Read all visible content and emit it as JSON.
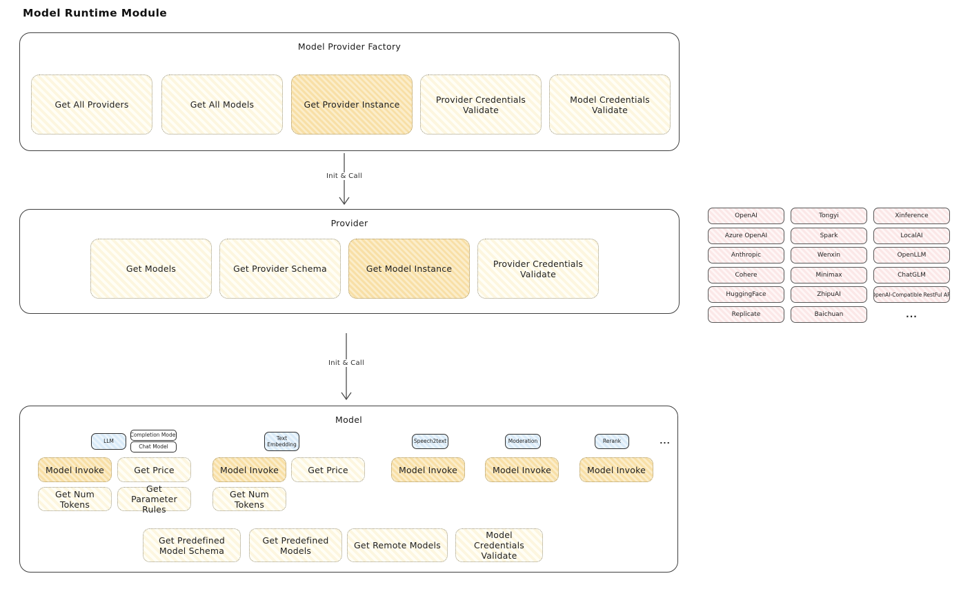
{
  "page_title": "Model Runtime Module",
  "arrows": {
    "label1": "Init & Call",
    "label2": "Init & Call"
  },
  "factory": {
    "title": "Model Provider Factory",
    "buttons": [
      {
        "label": "Get All Providers",
        "highlighted": false
      },
      {
        "label": "Get All Models",
        "highlighted": false
      },
      {
        "label": "Get Provider Instance",
        "highlighted": true
      },
      {
        "label": "Provider Credentials Validate",
        "highlighted": false
      },
      {
        "label": "Model Credentials Validate",
        "highlighted": false
      }
    ]
  },
  "provider": {
    "title": "Provider",
    "buttons": [
      {
        "label": "Get Models",
        "highlighted": false
      },
      {
        "label": "Get Provider Schema",
        "highlighted": false
      },
      {
        "label": "Get Model Instance",
        "highlighted": true
      },
      {
        "label": "Provider Credentials Validate",
        "highlighted": false
      }
    ]
  },
  "provider_catalog": {
    "items": [
      "OpenAI",
      "Tongyi",
      "Xinference",
      "Azure OpenAI",
      "Spark",
      "LocalAI",
      "Anthropic",
      "Wenxin",
      "OpenLLM",
      "Cohere",
      "Minimax",
      "ChatGLM",
      "HuggingFace",
      "ZhipuAI",
      "OpenAI-Compatible RestFul API",
      "Replicate",
      "Baichuan",
      "..."
    ]
  },
  "model": {
    "title": "Model",
    "types": [
      {
        "label": "LLM",
        "style": "blue"
      },
      {
        "label": "Completion Model",
        "style": "white"
      },
      {
        "label": "Chat Model",
        "style": "white"
      },
      {
        "label": "Text Embedding",
        "style": "blue"
      },
      {
        "label": "Speech2text",
        "style": "blue"
      },
      {
        "label": "Moderation",
        "style": "blue"
      },
      {
        "label": "Rerank",
        "style": "blue"
      },
      {
        "label": "...",
        "style": "plain"
      }
    ],
    "operations_row1": [
      {
        "label": "Model Invoke",
        "highlighted": true
      },
      {
        "label": "Get Price",
        "highlighted": false
      },
      {
        "label": "Model Invoke",
        "highlighted": true
      },
      {
        "label": "Get Price",
        "highlighted": false
      },
      {
        "label": "Model Invoke",
        "highlighted": true
      },
      {
        "label": "Model Invoke",
        "highlighted": true
      },
      {
        "label": "Model Invoke",
        "highlighted": true
      }
    ],
    "operations_row2": [
      {
        "label": "Get Num Tokens",
        "highlighted": false
      },
      {
        "label": "Get Parameter Rules",
        "highlighted": false
      },
      {
        "label": "Get Num Tokens",
        "highlighted": false
      }
    ],
    "operations_row3": [
      {
        "label": "Get Predefined Model Schema",
        "highlighted": false
      },
      {
        "label": "Get Predefined Models",
        "highlighted": false
      },
      {
        "label": "Get Remote Models",
        "highlighted": false
      },
      {
        "label": "Model Credentials Validate",
        "highlighted": false
      }
    ]
  },
  "colors": {
    "highlight_fill": "#f8dfa6",
    "cream_fill": "#fdf6df",
    "catalog_fill": "#fbe7e7",
    "type_tab_fill": "#d9eaf8",
    "ink": "#1e1e1e"
  }
}
